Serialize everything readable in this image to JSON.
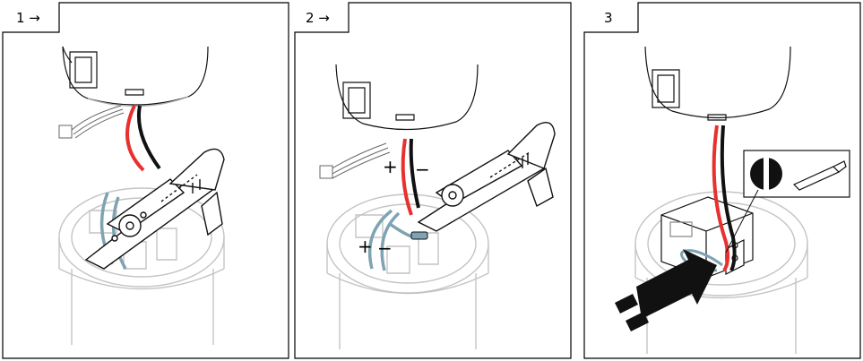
{
  "steps": [
    {
      "label": "1 →"
    },
    {
      "label": "2 →",
      "plus_top": "+",
      "minus_top": "−",
      "plus_bottom": "+",
      "minus_bottom": "−"
    },
    {
      "label": "3"
    }
  ],
  "colors": {
    "wire_red": "#e8312f",
    "wire_black": "#111111",
    "wire_blue": "#7ea3b3",
    "outline": "#000000",
    "housing_grey": "#bdbdbd"
  },
  "icons": [
    "wire-stripper-icon",
    "flat-screwdriver-icon",
    "insert-arrow-icon",
    "clamp-terminal-icon"
  ]
}
